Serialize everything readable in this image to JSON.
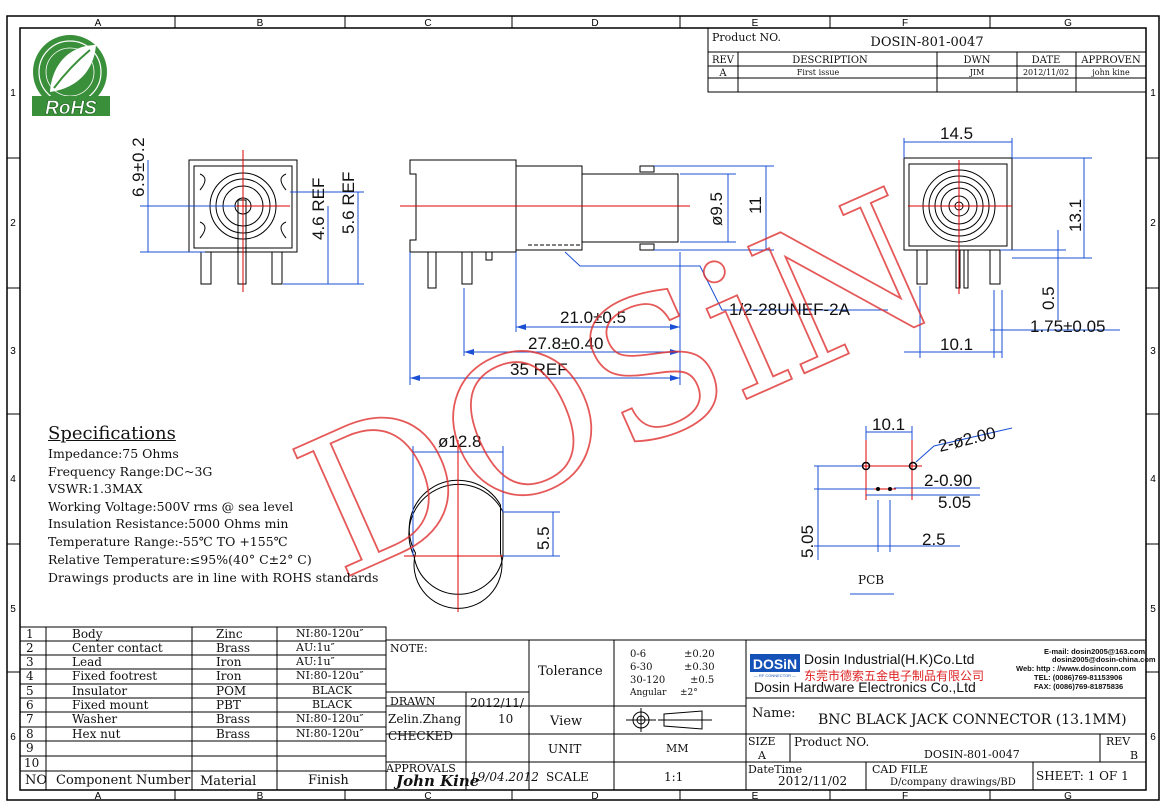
{
  "frame": {
    "col_letters": [
      "A",
      "B",
      "C",
      "D",
      "E",
      "F",
      "G"
    ],
    "row_numbers": [
      "1",
      "2",
      "3",
      "4",
      "5",
      "6"
    ]
  },
  "logo": {
    "text": "RoHS"
  },
  "watermark": {
    "text": "DOSiN"
  },
  "header_block": {
    "product_no_label": "Product NO.",
    "product_no": "DOSIN-801-0047",
    "cols": [
      "REV",
      "DESCRIPTION",
      "DWN",
      "DATE",
      "APPROVEN"
    ],
    "row": [
      "A",
      "First issue",
      "JIM",
      "2012/11/02",
      "john kine"
    ]
  },
  "dims": {
    "front_height": "6.9±0.2",
    "front_ref1": "4.6 REF",
    "front_ref2": "5.6 REF",
    "dia_9_5": "ø9.5",
    "dim_11": "11",
    "thread": "1/2-28UNEF-2A",
    "len_21": "21.0±0.5",
    "len_27": "27.8±0.40",
    "len_35": "35 REF",
    "width_14_5": "14.5",
    "height_13_1": "13.1",
    "dim_0_5": "0.5",
    "dim_1_75": "1.75±0.05",
    "dim_10_1": "10.1",
    "dia_12_8": "ø12.8",
    "dim_5_5": "5.5",
    "pcb_10_1": "10.1",
    "pcb_holes_large": "2-ø2.00",
    "pcb_holes_small": "2-0.90",
    "pcb_5_05_h": "5.05",
    "pcb_5_05_v": "5.05",
    "pcb_2_5": "2.5",
    "pcb_label": "PCB"
  },
  "specs": {
    "title": "Specifications",
    "lines": [
      "Impedance:75 Ohms",
      "Frequency Range:DC~3G",
      "VSWR:1.3MAX",
      "Working Voltage:500V rms @ sea level",
      "Insulation Resistance:5000 Ohms min",
      "Temperature Range:-55℃ TO +155℃",
      "Relative Temperature:≤95%(40° C±2° C)",
      "Drawings products are in line with ROHS standards"
    ]
  },
  "bom": {
    "header": [
      "NO",
      "Component Number",
      "Material",
      "Finish"
    ],
    "rows": [
      [
        "1",
        "Body",
        "Zinc",
        "NI:80-120u″"
      ],
      [
        "2",
        "Center contact",
        "Brass",
        "AU:1u″"
      ],
      [
        "3",
        "Lead",
        "Iron",
        "AU:1u″"
      ],
      [
        "4",
        "Fixed footrest",
        "Iron",
        "NI:80-120u″"
      ],
      [
        "5",
        "Insulator",
        "POM",
        "BLACK"
      ],
      [
        "6",
        "Fixed mount",
        "PBT",
        "BLACK"
      ],
      [
        "7",
        "Washer",
        "Brass",
        "NI:80-120u″"
      ],
      [
        "8",
        "Hex nut",
        "Brass",
        "NI:80-120u″"
      ],
      [
        "9",
        "",
        "",
        ""
      ],
      [
        "10",
        "",
        "",
        ""
      ]
    ]
  },
  "title_block": {
    "note_label": "NOTE:",
    "drawn_label": "DRAWN",
    "drawn_name": "Zelin.Zhang",
    "drawn_date_a": "2012/11/",
    "drawn_date_b": "10",
    "checked_label": "CHECKED",
    "approvals_label": "APPROVALS",
    "approvals_sig": "John Kine",
    "approvals_date": "19/04.2012",
    "tolerance_label": "Tolerance",
    "tol_rows": [
      [
        "0-6",
        "±0.20"
      ],
      [
        "6-30",
        "±0.30"
      ],
      [
        "30-120",
        "±0.5"
      ]
    ],
    "tol_angular_label": "Angular",
    "tol_angular": "±2°",
    "view_label": "View",
    "unit_label": "UNIT",
    "unit_value": "MM",
    "scale_label": "SCALE",
    "scale_value": "1:1",
    "company_logo": "DOSiN",
    "company_logo_sub": "— RF CONNECTOR —",
    "company_line1": "Dosin Industrial(H.K)Co.Ltd",
    "company_cn": "东莞市德索五金电子制品有限公司",
    "company_line2": "Dosin Hardware Electronics Co.,Ltd",
    "contact_email": "E-mail: dosin2005@163.com",
    "contact_email2": "dosin2005@dosin-china.com",
    "contact_web": "Web: http : //www.dosinconn.com",
    "contact_tel": "TEL: (0086)769-81153906",
    "contact_fax": "FAX: (0086)769-81875836",
    "name_label": "Name:",
    "name_value": "BNC BLACK JACK CONNECTOR (13.1MM)",
    "size_label": "SIZE",
    "size_value": "A",
    "product_no_label": "Product NO.",
    "product_no": "DOSIN-801-0047",
    "rev_label": "REV",
    "rev_value": "B",
    "datetime_label": "DateTime",
    "datetime_value": "2012/11/02",
    "cadfile_label": "CAD FILE",
    "cadfile_value": "D/company drawings/BD",
    "sheet_text": "SHEET:  1 OF 1"
  }
}
